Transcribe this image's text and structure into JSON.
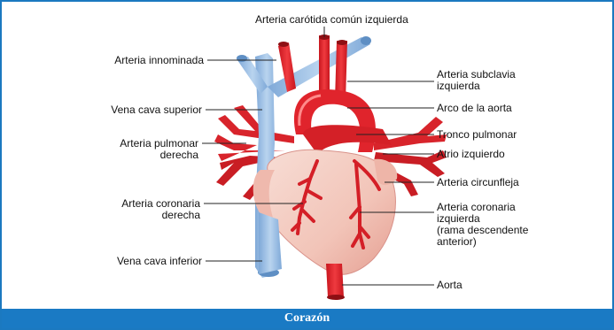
{
  "figure": {
    "caption": "Corazón",
    "labels": {
      "carotid": "Arteria carótida común izquierda",
      "innominate": "Arteria innominada",
      "subclavia_1": "Arteria subclavia",
      "subclavia_2": "izquierda",
      "vena_sup": "Vena cava superior",
      "arco": "Arco de la aorta",
      "pulm_der_1": "Arteria pulmonar",
      "pulm_der_2": "derecha",
      "tronco": "Tronco pulmonar",
      "atrio": "Atrio izquierdo",
      "circunfleja": "Arteria circunfleja",
      "cor_der_1": "Arteria coronaria",
      "cor_der_2": "derecha",
      "cor_izq_1": "Arteria coronaria",
      "cor_izq_2": "izquierda",
      "cor_izq_3": "(rama descendente",
      "cor_izq_4": "anterior)",
      "vena_inf": "Vena cava inferior",
      "aorta": "Aorta"
    }
  },
  "colors": {
    "artery": "#e0242c",
    "artery_dark": "#b3151c",
    "vein": "#9fc3e8",
    "vein_dark": "#6f9fd0",
    "heart": "#f4cfc4",
    "heart_shade": "#e8a99b",
    "frame": "#1b79c0"
  }
}
